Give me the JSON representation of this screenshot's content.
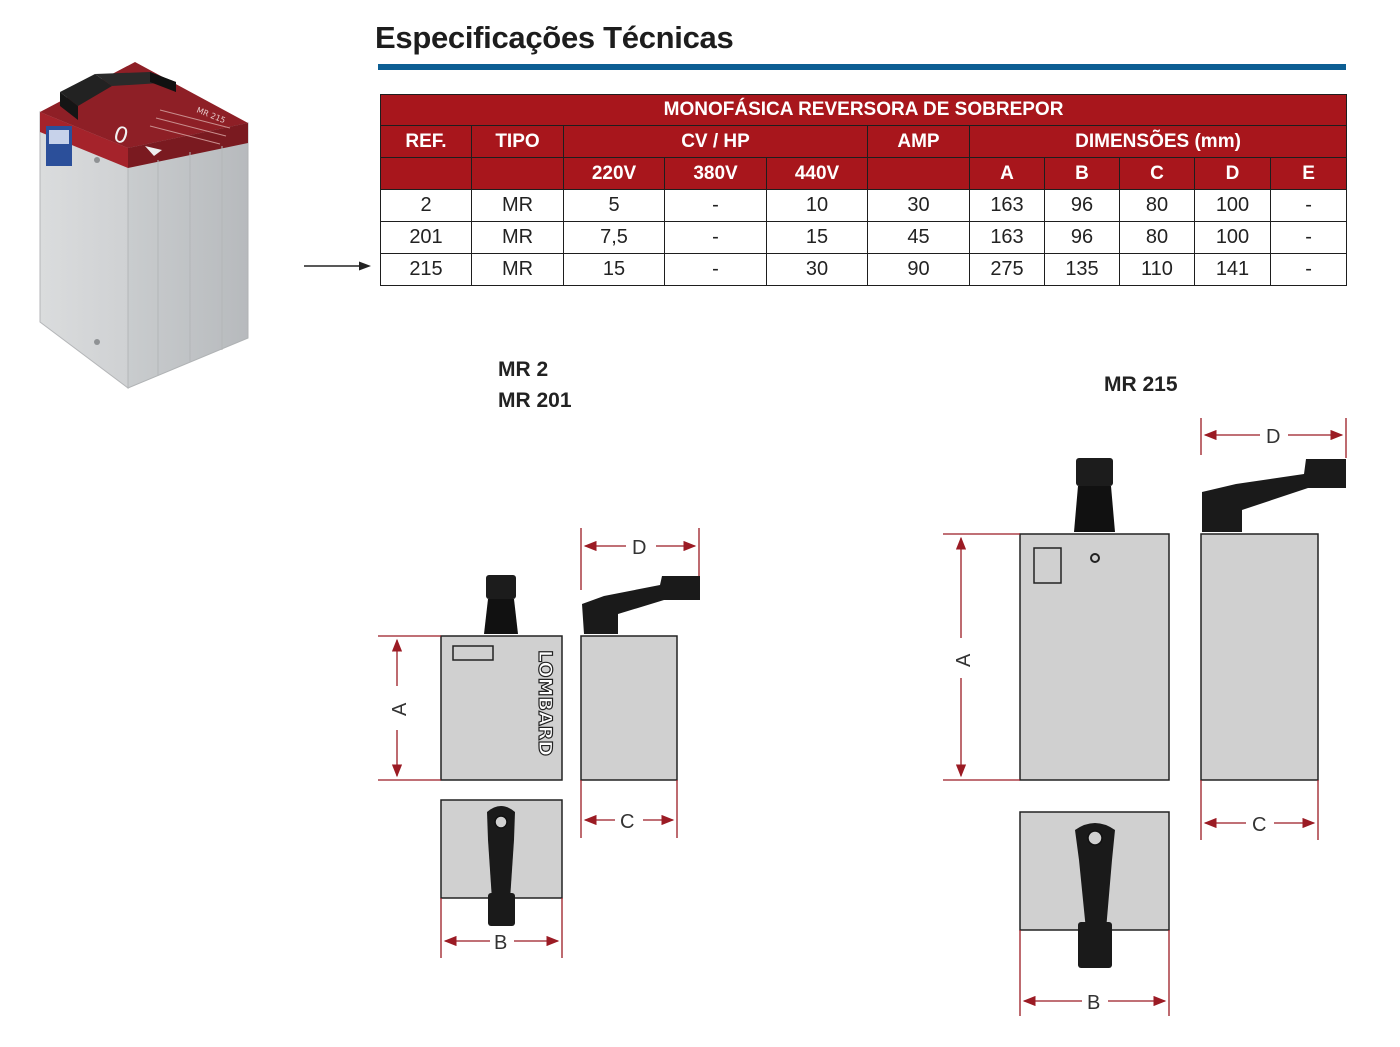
{
  "page": {
    "title": "Especificações Técnicas"
  },
  "table": {
    "main_header": "MONOFÁSICA REVERSORA DE SOBREPOR",
    "headers": {
      "ref": "REF.",
      "tipo": "TIPO",
      "cv_hp": "CV / HP",
      "amp": "AMP",
      "dimensions": "DIMENSÕES (mm)"
    },
    "voltages": [
      "220V",
      "380V",
      "440V"
    ],
    "dim_letters": [
      "A",
      "B",
      "C",
      "D",
      "E"
    ],
    "rows": [
      [
        "2",
        "MR",
        "5",
        "-",
        "10",
        "30",
        "163",
        "96",
        "80",
        "100",
        "-"
      ],
      [
        "201",
        "MR",
        "7,5",
        "-",
        "15",
        "45",
        "163",
        "96",
        "80",
        "100",
        "-"
      ],
      [
        "215",
        "MR",
        "15",
        "-",
        "30",
        "90",
        "275",
        "135",
        "110",
        "141",
        "-"
      ]
    ]
  },
  "drawings": {
    "small": {
      "model_line1": "MR 2",
      "model_line2": "MR 201",
      "dim_a": "A",
      "dim_b": "B",
      "dim_c": "C",
      "dim_d": "D",
      "brand_text": "LOMBARD"
    },
    "large": {
      "model": "MR 215",
      "dim_a": "A",
      "dim_b": "B",
      "dim_c": "C",
      "dim_d": "D"
    }
  },
  "product": {
    "dial_text": "0",
    "plate_text": "MR 215"
  },
  "colors": {
    "table_header_red": "#a8161c",
    "title_rule_blue": "#0d5e93",
    "dimension_red": "#9b1b24",
    "housing_gray": "#d4d4d4"
  }
}
